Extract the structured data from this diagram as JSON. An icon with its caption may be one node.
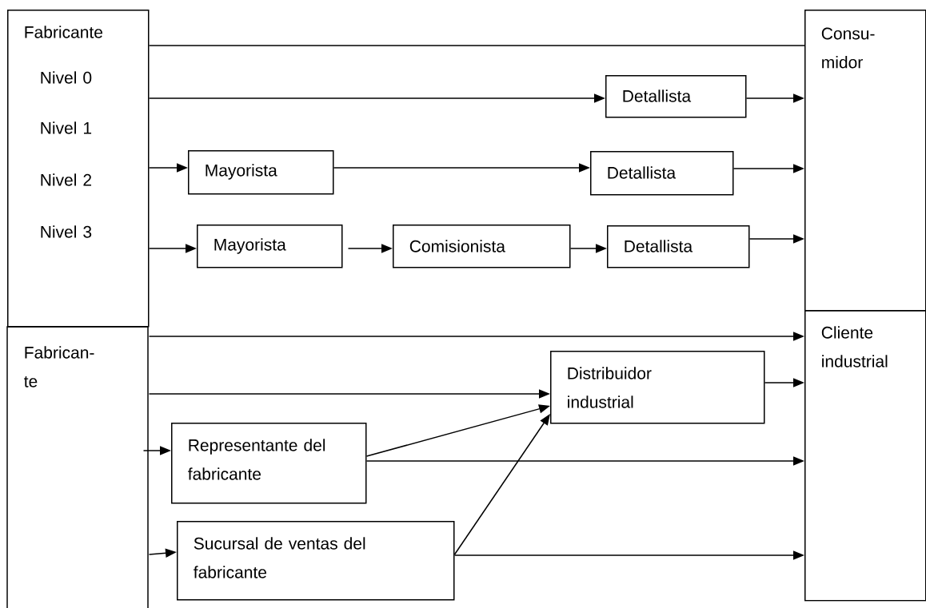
{
  "diagram": {
    "nodes": [
      {
        "text": [
          "Fabricante",
          "Nivel 0",
          "Nivel 1",
          "Nivel 2",
          "Nivel 3"
        ]
      },
      {
        "text": [
          "Consu- midor"
        ]
      },
      {
        "text": [
          "Detallista"
        ]
      },
      {
        "text": [
          "Mayorista"
        ]
      },
      {
        "text": [
          "Detallista"
        ]
      },
      {
        "text": [
          "Mayorista"
        ]
      },
      {
        "text": [
          "Comisionista"
        ]
      },
      {
        "text": [
          "Detallista"
        ]
      },
      {
        "text": [
          "Fabrican- te"
        ]
      },
      {
        "text": [
          "Cliente industrial"
        ]
      },
      {
        "text": [
          "Distribuidor industrial"
        ]
      },
      {
        "text": [
          "Representante del fabricante"
        ]
      },
      {
        "text": [
          "Sucursal de ventas del fabricante"
        ]
      }
    ],
    "edges": [
      {
        "from": 0,
        "to": 1,
        "arrow": "none"
      },
      {
        "from": 0,
        "to": 2,
        "arrow": "to"
      },
      {
        "from": 2,
        "to": 1,
        "arrow": "to"
      },
      {
        "from": 0,
        "to": 3,
        "arrow": "to"
      },
      {
        "from": 3,
        "to": 4,
        "arrow": "to"
      },
      {
        "from": 4,
        "to": 1,
        "arrow": "to"
      },
      {
        "from": 0,
        "to": 5,
        "arrow": "to"
      },
      {
        "from": 5,
        "to": 6,
        "arrow": "to"
      },
      {
        "from": 6,
        "to": 7,
        "arrow": "to"
      },
      {
        "from": 7,
        "to": 1,
        "arrow": "to"
      },
      {
        "from": 8,
        "to": 9,
        "arrow": "to"
      },
      {
        "from": 8,
        "to": 10,
        "arrow": "to"
      },
      {
        "from": 8,
        "to": 11,
        "arrow": "to"
      },
      {
        "from": 8,
        "to": 12,
        "arrow": "to"
      },
      {
        "from": 11,
        "to": 10,
        "arrow": "to"
      },
      {
        "from": 12,
        "to": 10,
        "arrow": "to"
      },
      {
        "from": 10,
        "to": 9,
        "arrow": "to"
      },
      {
        "from": 11,
        "to": 9,
        "arrow": "to"
      },
      {
        "from": 12,
        "to": 9,
        "arrow": "to"
      }
    ]
  }
}
